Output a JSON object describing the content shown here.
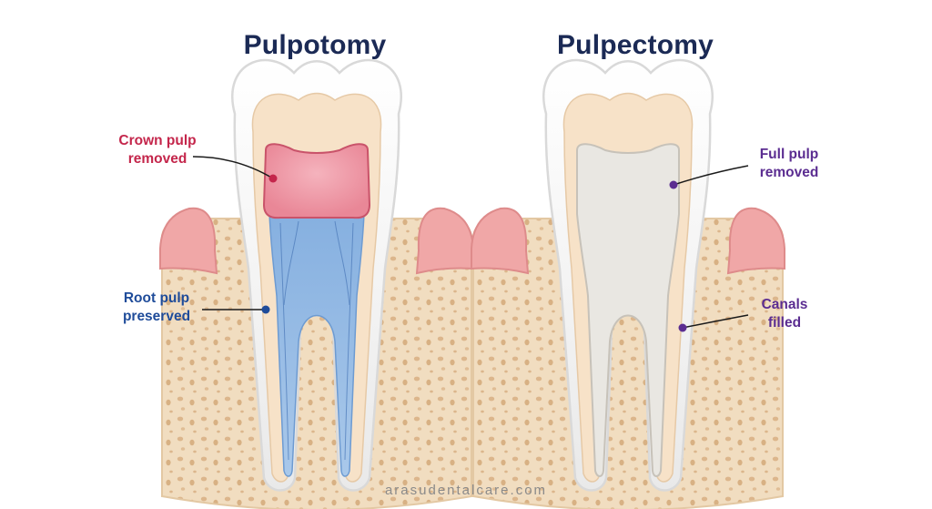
{
  "titles": {
    "left": "Pulpotomy",
    "right": "Pulpectomy"
  },
  "labels": {
    "crown_pulp": [
      "Crown pulp",
      "removed"
    ],
    "root_pulp": [
      "Root pulp",
      "preserved"
    ],
    "full_pulp": [
      "Full pulp",
      "removed"
    ],
    "canals": [
      "Canals",
      "filled"
    ]
  },
  "footer": "arasudentalcare.com",
  "colors": {
    "title": "#1b2a55",
    "crown_pulp_label": "#c4264b",
    "root_pulp_label": "#1f4c9a",
    "right_labels": "#5b2d91",
    "enamel": "#f7f7f7",
    "dentin": "#f7e2c8",
    "removed_pulp": "#ef97a6",
    "preserved_pulp": "#9cc0e6",
    "filled_canal": "#e9e7e2",
    "gum": "#f0a7a7",
    "bone": "#f1ddc0"
  }
}
